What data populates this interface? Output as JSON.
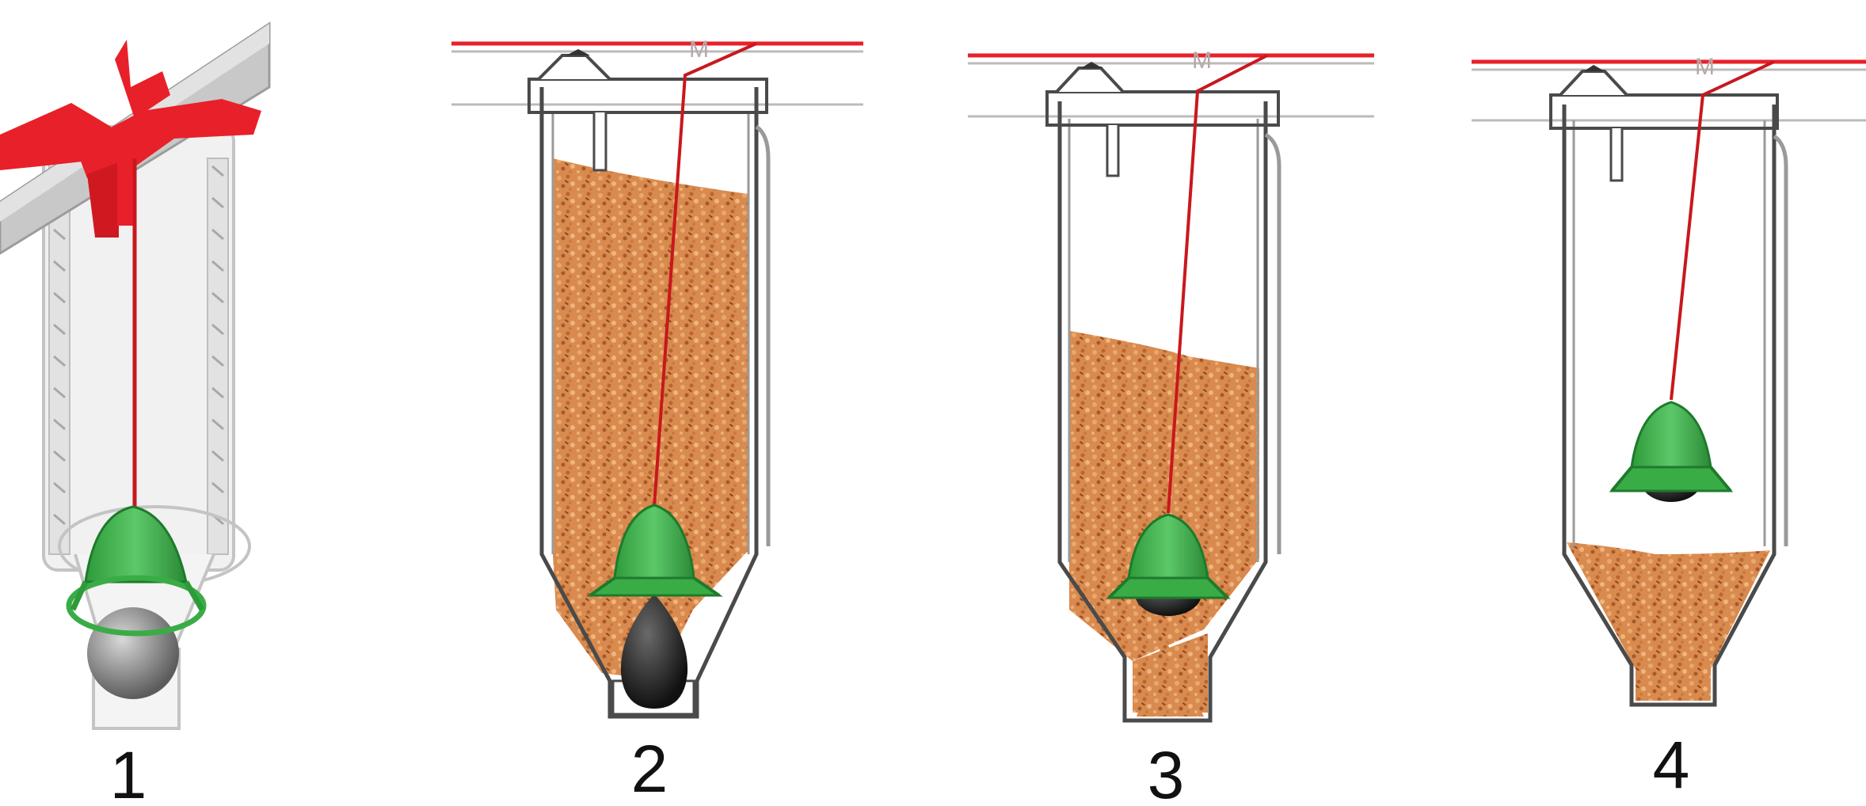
{
  "panels": [
    {
      "label": "1",
      "view": "3d",
      "feed_level": 0,
      "cone_position": "bottom",
      "gate": "closed"
    },
    {
      "label": "2",
      "view": "section",
      "feed_level": 0.97,
      "cone_position": "bottom",
      "gate": "closed"
    },
    {
      "label": "3",
      "view": "section",
      "feed_level": 0.58,
      "cone_position": "bottom",
      "gate": "open"
    },
    {
      "label": "4",
      "view": "section",
      "feed_level": 0.27,
      "cone_position": "raised",
      "gate": "open"
    }
  ],
  "colors": {
    "pipe_red": "#e8202a",
    "cord_red": "#c8181e",
    "cone_green": "#38b044",
    "cone_dark": "#1e7a2c",
    "ball_dark": "#262626",
    "ball_grey": "#8a8a8a",
    "feed": "#d98a4e",
    "feed_dark": "#a8582a",
    "outline": "#4a4a4a",
    "tube_grey": "#c4c4c4"
  },
  "icons": [
    "feed-hopper-icon",
    "float-cone-icon",
    "dosing-ball-icon",
    "drive-cable-icon"
  ]
}
